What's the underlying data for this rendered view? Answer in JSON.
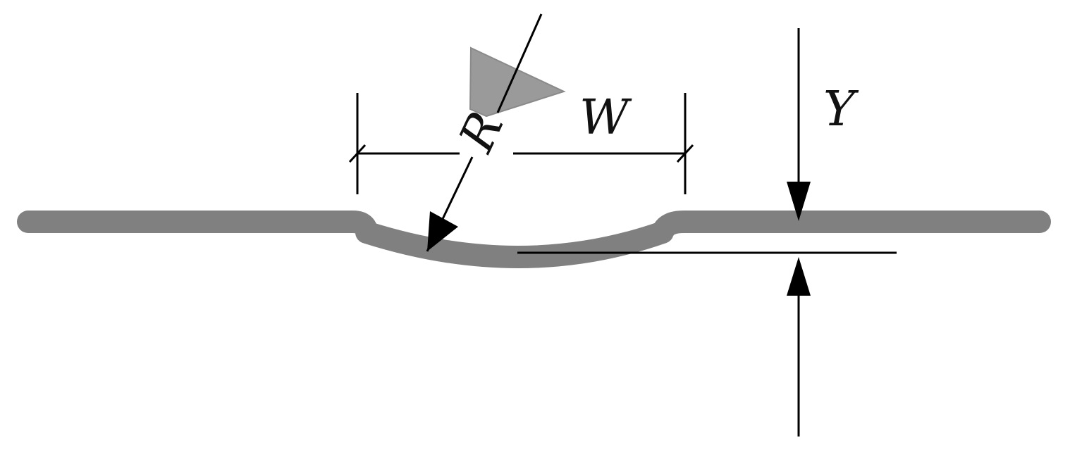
{
  "diagram": {
    "labels": {
      "radius": "R",
      "width": "W",
      "depth": "Y"
    },
    "colors": {
      "part": "#808080",
      "tool": "#9a9a9a",
      "line": "#000000"
    }
  }
}
